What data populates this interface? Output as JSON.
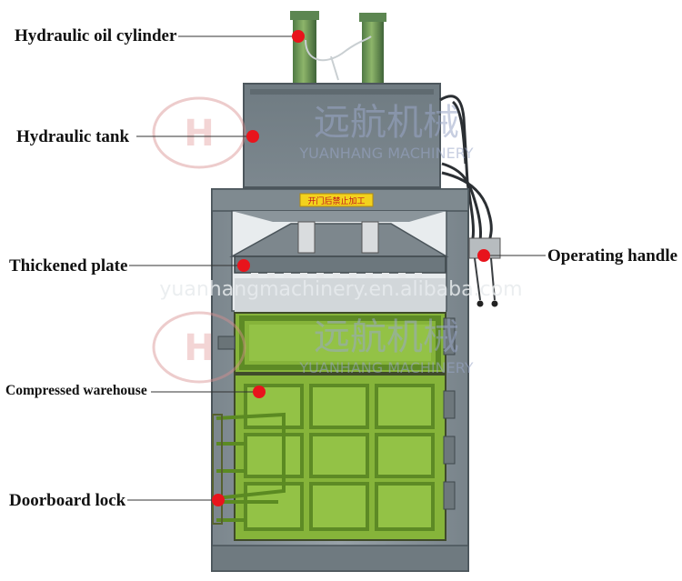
{
  "labels": {
    "hydraulic_oil_cylinder": "Hydraulic oil cylinder",
    "hydraulic_tank": "Hydraulic tank",
    "thickened_plate": "Thickened plate",
    "compressed_warehouse": "Compressed warehouse",
    "doorboard_lock": "Doorboard lock",
    "operating_handle": "Operating handle"
  },
  "watermarks": {
    "chinese_brand": "远航机械",
    "english_brand": "YUANHANG MACHINERY",
    "url": "yuanhangmachinery.en.alibaba.com"
  },
  "warning_sign": "开门后禁止加工",
  "colors": {
    "machine_gray": "#8a949a",
    "panel_green": "#86b43a",
    "marker_red": "#e8141c",
    "watermark": "#d9a5a5"
  }
}
